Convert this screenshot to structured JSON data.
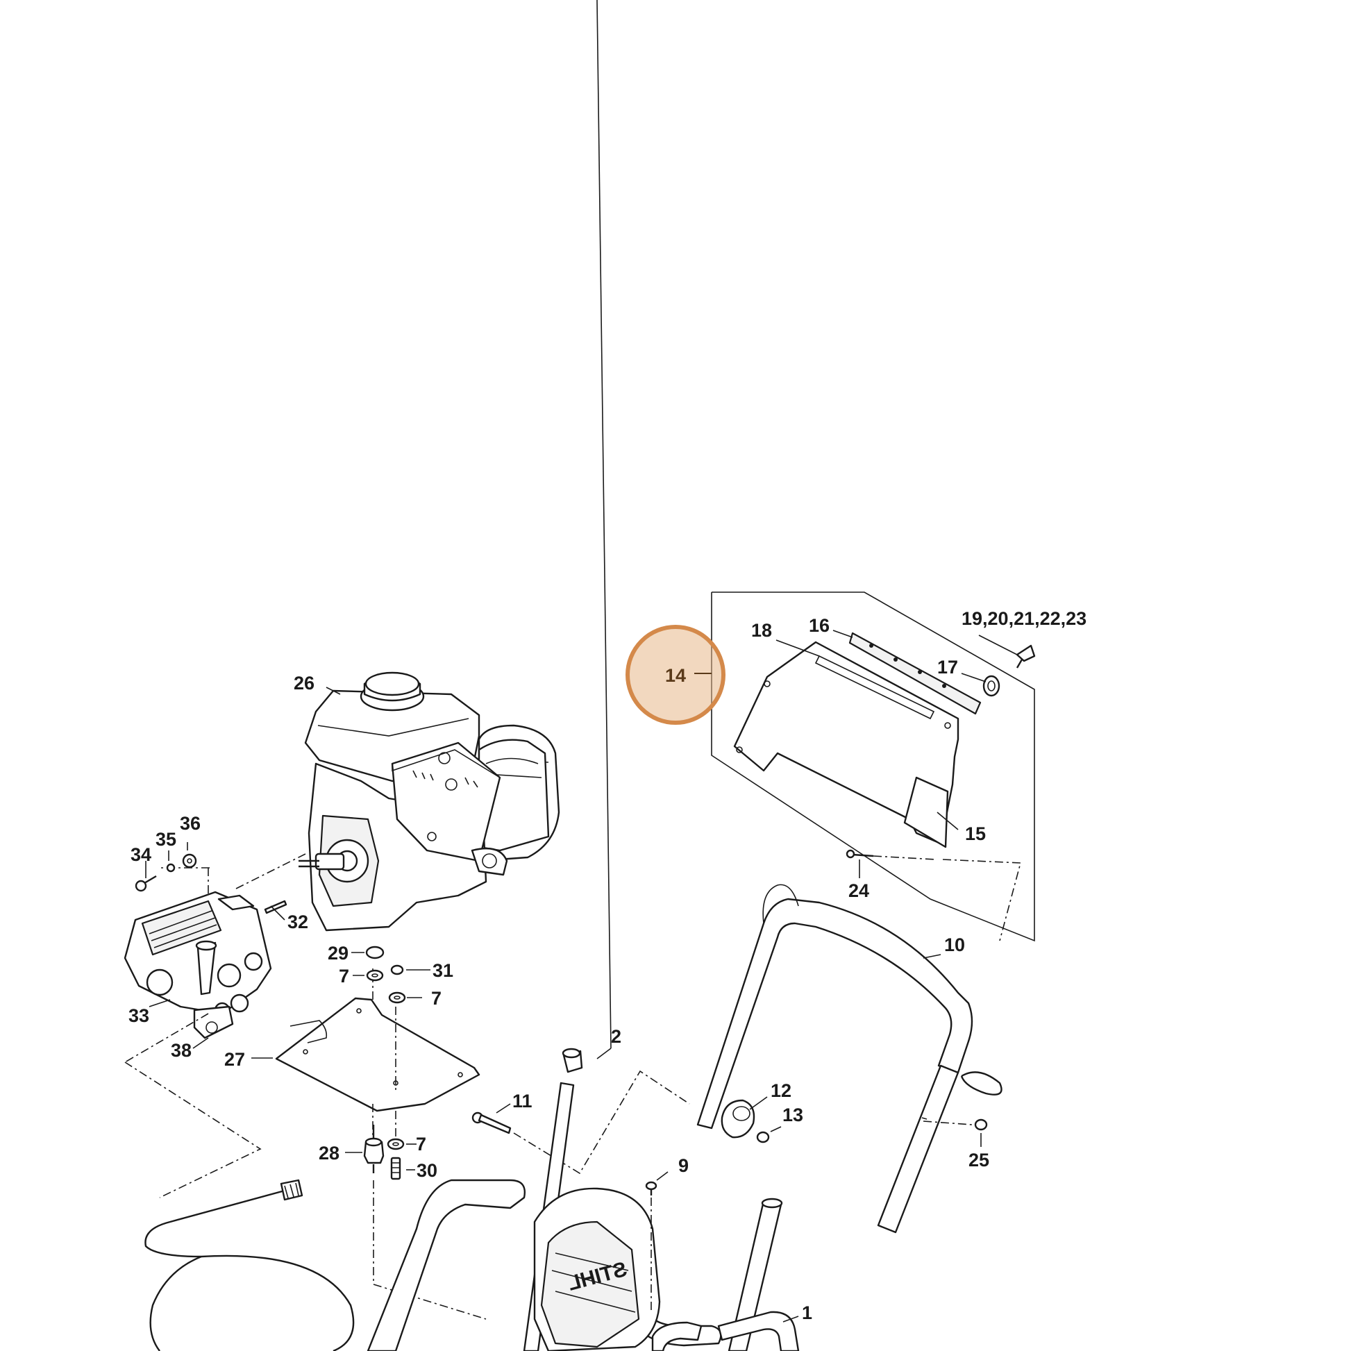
{
  "diagram": {
    "highlight_color": "#d4894a",
    "highlight_fill": "#e8b88a",
    "highlighted_part": "14",
    "labels": {
      "p1": "1",
      "p2": "2",
      "p7a": "7",
      "p7b": "7",
      "p7c": "7",
      "p9": "9",
      "p10": "10",
      "p11": "11",
      "p12": "12",
      "p13": "13",
      "p14": "14",
      "p15": "15",
      "p16": "16",
      "p17": "17",
      "p18": "18",
      "p19_23": "19,20,21,22,23",
      "p24": "24",
      "p25": "25",
      "p26": "26",
      "p27": "27",
      "p28": "28",
      "p29": "29",
      "p30": "30",
      "p31": "31",
      "p32": "32",
      "p33": "33",
      "p34": "34",
      "p35": "35",
      "p36": "36",
      "p38": "38"
    },
    "brand_text": "STIHL"
  }
}
